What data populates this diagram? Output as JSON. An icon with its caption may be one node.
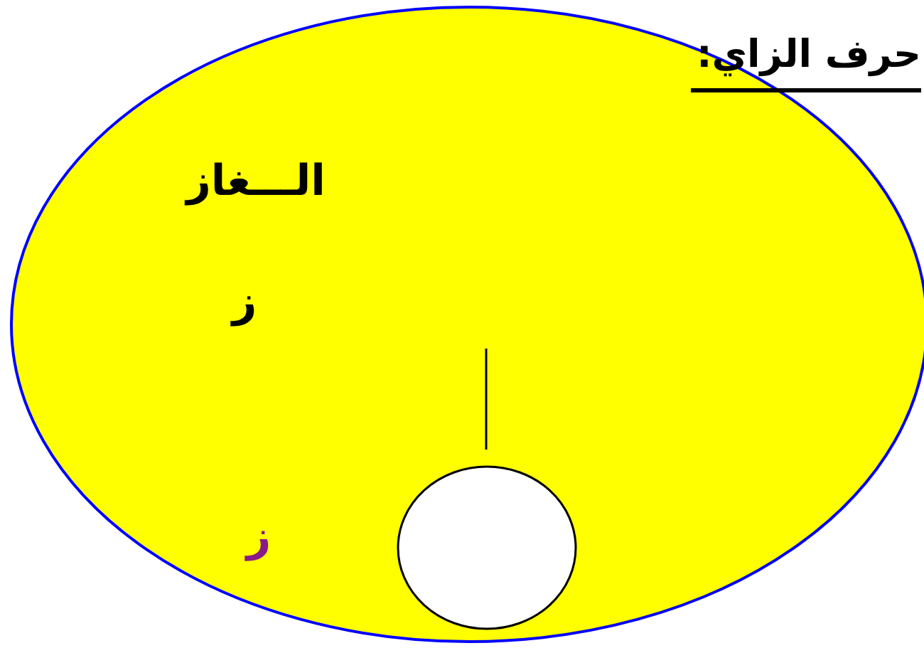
{
  "diagram": {
    "title": "حرف الزاي:",
    "nodes": [
      {
        "text": [
          "الـــغاز",
          "ز",
          "ز"
        ]
      },
      {
        "text": [],
        "shape": "circle",
        "in": 0
      }
    ]
  }
}
